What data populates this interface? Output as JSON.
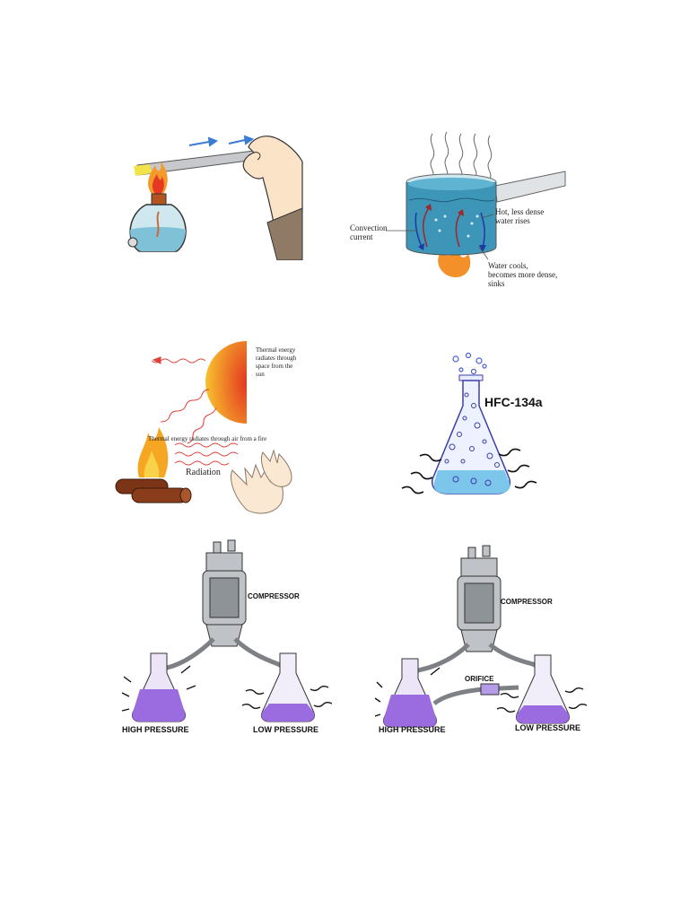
{
  "colors": {
    "water": "#3d95b8",
    "flame": "#f3902a",
    "refrigerant": "#9b6be0",
    "arrow_blue": "#3a7bd5",
    "radiation_red": "#e0403a"
  },
  "conduction": {
    "icons": [
      "alcohol-burner-icon",
      "flame-icon",
      "metal-rod-icon",
      "hand-icon",
      "heat-flow-arrow-icon"
    ]
  },
  "convection": {
    "label_current": "Convection\ncurrent",
    "label_hot": "Hot, less dense\nwater rises",
    "label_cool": "Water cools,\nbecomes more dense,\nsinks"
  },
  "radiation": {
    "label_sun": "Thermal energy\nradiates through\nspace from the\nsun",
    "label_fire": "Thermal energy radiates through air from a fire",
    "label_radiation": "Radiation"
  },
  "boiling": {
    "label": "HFC-134a"
  },
  "system1": {
    "compressor": "COMPRESSOR",
    "high": "HIGH PRESSURE",
    "low": "LOW PRESSURE"
  },
  "system2": {
    "compressor": "COMPRESSOR",
    "orifice": "ORIFICE",
    "high": "HIGH PRESSURE",
    "low": "LOW PRESSURE"
  }
}
